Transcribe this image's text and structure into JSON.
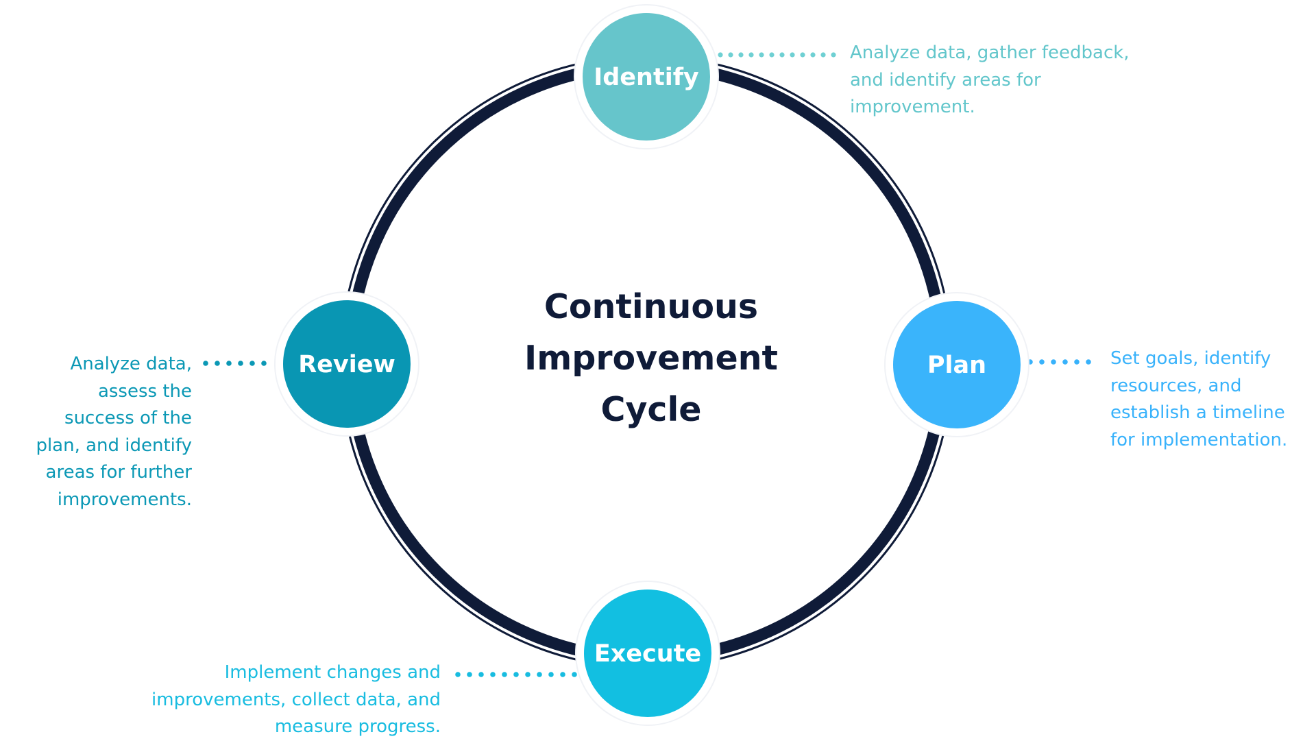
{
  "title": [
    "Continuous",
    "Improvement",
    "Cycle"
  ],
  "stages": [
    {
      "id": "identify",
      "label": "Identify",
      "color": "#66c5cb",
      "description": [
        "Analyze data, gather feedback,",
        "and identify areas for",
        "improvement."
      ]
    },
    {
      "id": "plan",
      "label": "Plan",
      "color": "#3ab4fb",
      "description": [
        "Set goals, identify",
        "resources, and",
        "establish a timeline",
        "for implementation."
      ]
    },
    {
      "id": "execute",
      "label": "Execute",
      "color": "#12bfe1",
      "description": [
        "Implement changes and",
        "improvements, collect data, and",
        "measure progress."
      ]
    },
    {
      "id": "review",
      "label": "Review",
      "color": "#0996b3",
      "description": [
        "Analyze data,",
        "assess the",
        "success of the",
        "plan, and identify",
        "areas for further",
        "improvements."
      ]
    }
  ],
  "ring_color": "#0f1b38"
}
